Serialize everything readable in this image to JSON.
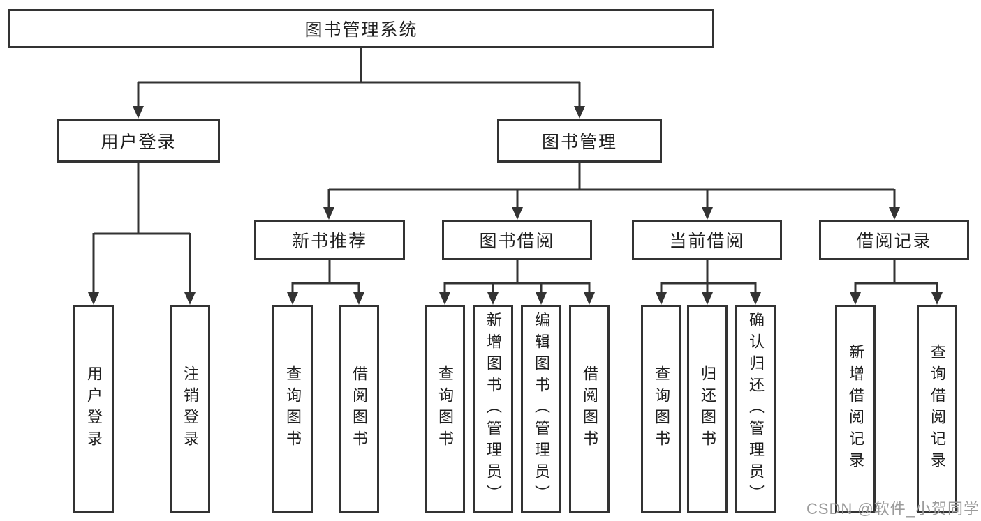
{
  "diagram_title": "图书管理系统",
  "tree": {
    "label": "图书管理系统",
    "children": [
      {
        "label": "用户登录",
        "children": [
          {
            "label": "用户登录"
          },
          {
            "label": "注销登录"
          }
        ]
      },
      {
        "label": "图书管理",
        "children": [
          {
            "label": "新书推荐",
            "children": [
              {
                "label": "查询图书"
              },
              {
                "label": "借阅图书"
              }
            ]
          },
          {
            "label": "图书借阅",
            "children": [
              {
                "label": "查询图书"
              },
              {
                "label": "新增图书（管理员）"
              },
              {
                "label": "编辑图书（管理员）"
              },
              {
                "label": "借阅图书"
              }
            ]
          },
          {
            "label": "当前借阅",
            "children": [
              {
                "label": "查询图书"
              },
              {
                "label": "归还图书"
              },
              {
                "label": "确认归还（管理员）"
              }
            ]
          },
          {
            "label": "借阅记录",
            "children": [
              {
                "label": "新增借阅记录"
              },
              {
                "label": "查询借阅记录"
              }
            ]
          }
        ]
      }
    ]
  },
  "watermark": "CSDN @软件_小贺同学",
  "colors": {
    "line": "#333333",
    "box_border": "#333333",
    "text": "#1f1f1f",
    "watermark": "#9b9b9b",
    "background": "#ffffff"
  }
}
